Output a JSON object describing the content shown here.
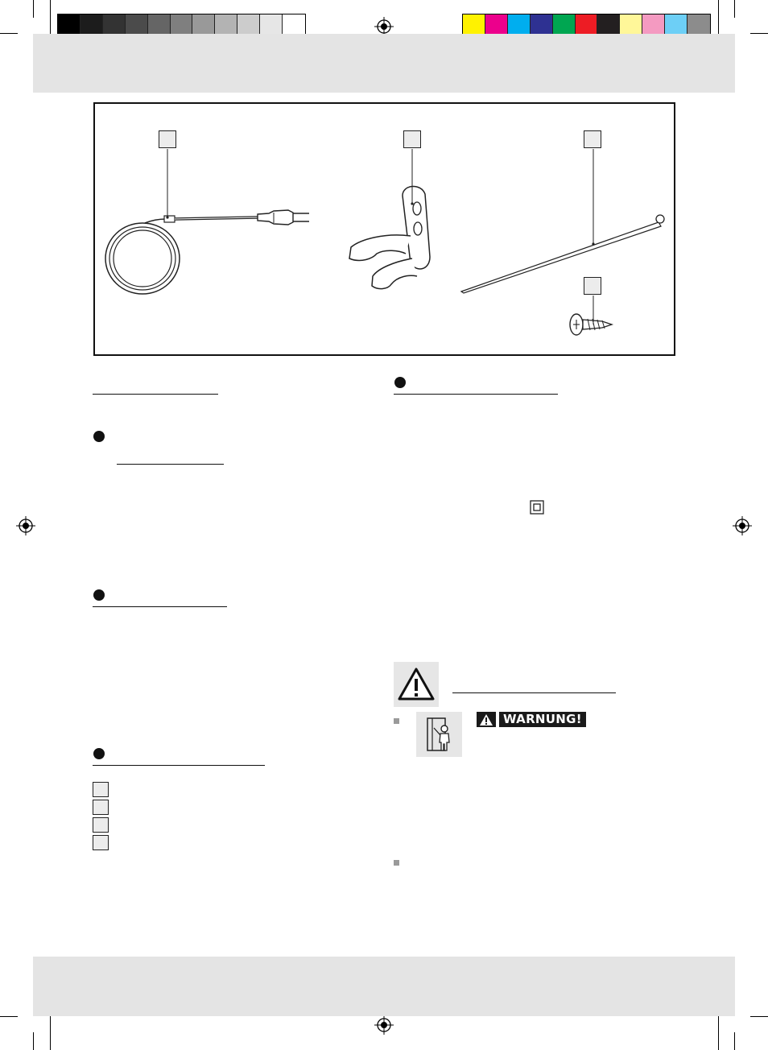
{
  "color_bar": {
    "grays": [
      "#000000",
      "#1c1c1c",
      "#333333",
      "#4b4b4b",
      "#656565",
      "#7f7f7f",
      "#999999",
      "#b3b3b3",
      "#cccccc",
      "#e6e6e6",
      "#ffffff"
    ],
    "colors": [
      "#fff200",
      "#ec008c",
      "#00aeef",
      "#2e3192",
      "#00a651",
      "#ed1c24",
      "#231f20",
      "#fff799",
      "#f49ac1",
      "#6dcff6",
      "#8c8c8c"
    ]
  },
  "figure": {
    "parts": [
      "power-cable-with-plug",
      "holder-clip",
      "rod",
      "screw"
    ]
  },
  "safety": {
    "warning_label": "WARNUNG!",
    "accent": "#1a1a1a"
  }
}
